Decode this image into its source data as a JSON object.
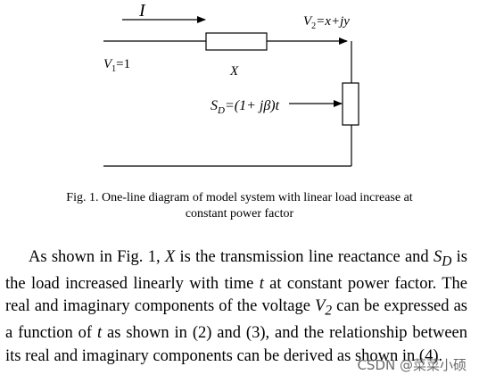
{
  "figure": {
    "labels": {
      "current": "I",
      "v2": "V",
      "v2_sub": "2",
      "v2_expr": "=x+jy",
      "v1": "V",
      "v1_sub": "1",
      "v1_expr": "=1",
      "reactance": "X",
      "load_s": "S",
      "load_sub": "D",
      "load_expr": "=(1+ jβ)t"
    },
    "caption_line1": "Fig. 1.  One-line diagram of model system with linear load increase at",
    "caption_line2": "constant power factor"
  },
  "body": {
    "p1": "As shown in Fig. 1, ",
    "p1_x": "X",
    "p2": " is the transmission line reactance and ",
    "p2_s": "S",
    "p2_sub": "D",
    "p3": " is the load increased linearly with time ",
    "p3_t": "t",
    "p4": " at constant power factor. The real and imaginary components of the voltage ",
    "p4_v": "V",
    "p4_sub": "2",
    "p5": " can be expressed as a function of ",
    "p5_t": "t",
    "p6": " as shown in (2) and (3), and the relationship between its real and imaginary components can be derived as shown in (4)."
  },
  "watermark": "CSDN @菜菜小硕"
}
